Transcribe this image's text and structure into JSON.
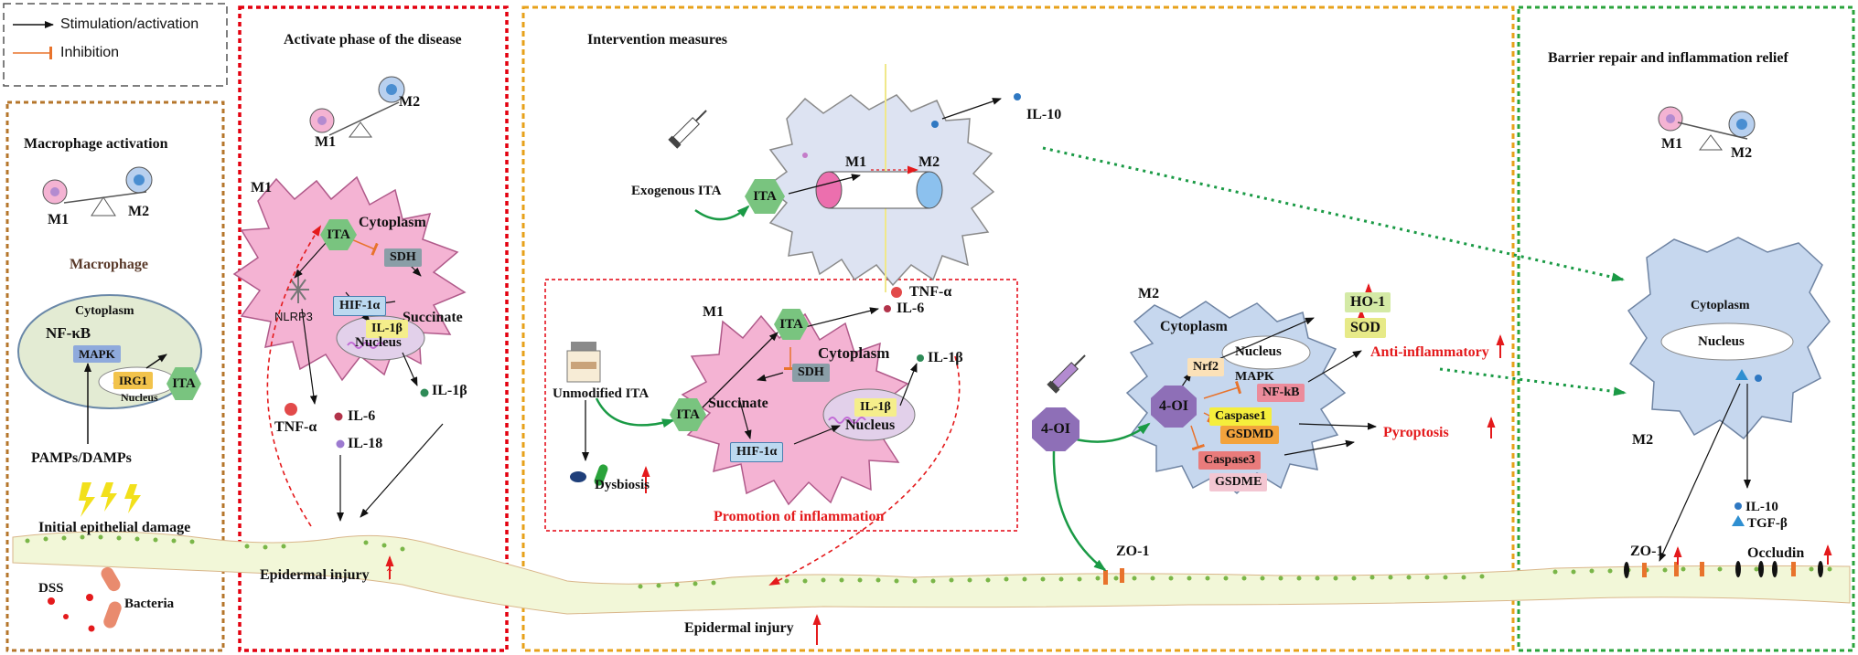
{
  "legend": {
    "stimulation": "Stimulation/activation",
    "inhibition": "Inhibition"
  },
  "panel1": {
    "title": "Macrophage activation",
    "m1": "M1",
    "m2": "M2",
    "macrophage": "Macrophage",
    "cytoplasm": "Cytoplasm",
    "nfkb": "NF-κB",
    "mapk": "MAPK",
    "irg1": "IRG1",
    "nucleus": "Nucleus",
    "ita": "ITA",
    "pamps": "PAMPs/DAMPs",
    "damage": "Initial epithelial damage",
    "dss": "DSS",
    "bacteria": "Bacteria"
  },
  "panel2": {
    "title": "Activate phase of the disease",
    "m1": "M1",
    "m2": "M2",
    "m1_cell": "M1",
    "ita": "ITA",
    "cytoplasm": "Cytoplasm",
    "sdh": "SDH",
    "nlrp3": "NLRP3",
    "hif": "HIF-1α",
    "succinate": "Succinate",
    "il1b_in": "IL-1β",
    "nucleus": "Nucleus",
    "il1b": "IL-1β",
    "tnfa": "TNF-α",
    "il6": "IL-6",
    "il18": "IL-18",
    "injury": "Epidermal injury"
  },
  "panel3": {
    "title": "Intervention measures",
    "exo": "Exogenous ITA",
    "ita": "ITA",
    "m1": "M1",
    "m2": "M2",
    "il10": "IL-10",
    "inflam": {
      "m1": "M1",
      "ita": "ITA",
      "tnfa": "TNF-α",
      "il6": "IL-6",
      "il1b": "IL-1β",
      "cytoplasm": "Cytoplasm",
      "sdh": "SDH",
      "succinate": "Succinate",
      "hif": "HIF-1α",
      "il1b_in": "IL-1β",
      "nucleus": "Nucleus",
      "unmodified": "Unmodified ITA",
      "ita2": "ITA",
      "dysbiosis": "Dysbiosis",
      "promotion": "Promotion of inflammation"
    },
    "m2cell": {
      "m2": "M2",
      "cytoplasm": "Cytoplasm",
      "nucleus": "Nucleus",
      "ho1": "HO-1",
      "sod": "SOD",
      "nrf2": "Nrf2",
      "mapk": "MAPK",
      "nfkb": "NF-kB",
      "oi_inner": "4-OI",
      "casp1": "Caspase1",
      "gsdmd": "GSDMD",
      "casp3": "Caspase3",
      "gsdme": "GSDME"
    },
    "oi": "4-OI",
    "anti": "Anti-inflammatory",
    "pyro": "Pyroptosis",
    "zo1": "ZO-1",
    "injury": "Epidermal injury"
  },
  "panel4": {
    "title": "Barrier repair and inflammation relief",
    "m1": "M1",
    "m2": "M2",
    "cytoplasm": "Cytoplasm",
    "nucleus": "Nucleus",
    "m2_cell": "M2",
    "il10": "IL-10",
    "tgfb": "TGF-β",
    "zo1": "ZO-1",
    "occludin": "Occludin"
  },
  "colors": {
    "panel1_border": "#b5762b",
    "panel2_border": "#e3000f",
    "panel3_border": "#e7a11a",
    "panel4_border": "#2aa33b",
    "m1_cell": "#f4b3d3",
    "m2_cell": "#d7e3f4",
    "green_arrow": "#1a9a45",
    "red": "#e41a1c",
    "epithelium": "#f2f7d8"
  }
}
